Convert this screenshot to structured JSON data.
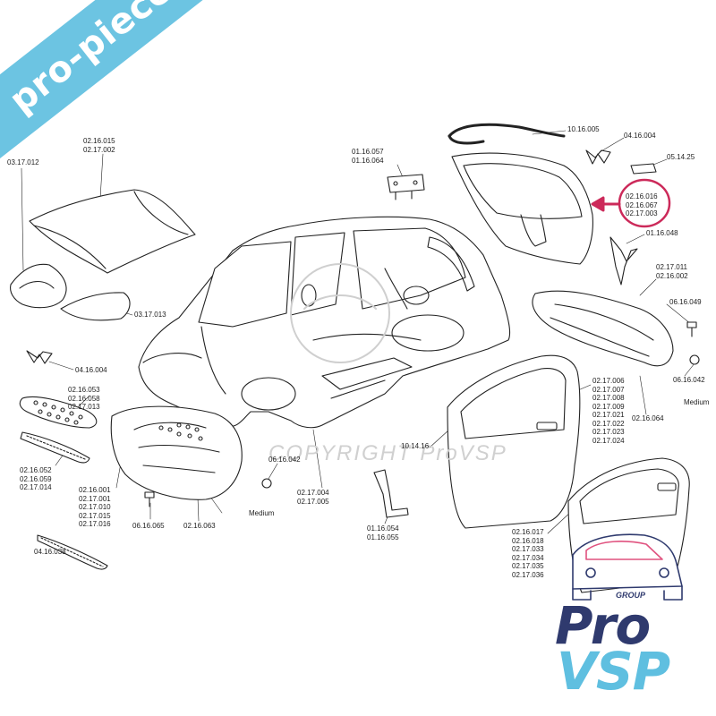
{
  "watermark": {
    "text": "COPYRIGHT ProVSP"
  },
  "banner": {
    "text": "pro-piece-vsp.com",
    "color": "#5fbfe0"
  },
  "logo": {
    "group": "GROUP",
    "word1": "Pro",
    "word2": "VSP",
    "color_primary": "#2f3a6e",
    "color_accent": "#5fbfe0",
    "color_highlight": "#e0527f"
  },
  "highlight": {
    "color": "#cc2a5a"
  },
  "labels": {
    "l_10_16_005": [
      "10.16.005"
    ],
    "l_04_16_004_top": [
      "04.16.004"
    ],
    "l_05_14_25": [
      "05.14.25"
    ],
    "l_01_16_057": [
      "01.16.057",
      "01.16.064"
    ],
    "l_02_16_015": [
      "02.16.015",
      "02.17.002"
    ],
    "l_03_17_012": [
      "03.17.012"
    ],
    "l_02_16_016": [
      "02.16.016",
      "02.16.067",
      "02.17.003"
    ],
    "l_01_16_048": [
      "01.16.048"
    ],
    "l_02_17_011": [
      "02.17.011",
      "02.16.002"
    ],
    "l_06_16_049": [
      "06.16.049"
    ],
    "l_03_17_013": [
      "03.17.013"
    ],
    "l_04_16_004_left": [
      "04.16.004"
    ],
    "l_06_16_042_right": [
      "06.16.042"
    ],
    "l_medium_right": [
      "Medium"
    ],
    "l_02_16_053": [
      "02.16.053",
      "02.16.058",
      "02.17.013"
    ],
    "l_02_16_064": [
      "02.16.064"
    ],
    "l_02_17_006": [
      "02.17.006",
      "02.17.007",
      "02.17.008",
      "02.17.009",
      "02.17.021",
      "02.17.022",
      "02.17.023",
      "02.17.024"
    ],
    "l_10_14_16": [
      "10.14.16"
    ],
    "l_02_16_052": [
      "02.16.052",
      "02.16.059",
      "02.17.014"
    ],
    "l_06_16_042_mid": [
      "06.16.042"
    ],
    "l_02_16_001": [
      "02.16.001",
      "02.17.001",
      "02.17.010",
      "02.17.015",
      "02.17.016"
    ],
    "l_02_17_004": [
      "02.17.004",
      "02.17.005"
    ],
    "l_medium_mid": [
      "Medium"
    ],
    "l_06_16_065": [
      "06.16.065"
    ],
    "l_02_16_063": [
      "02.16.063"
    ],
    "l_01_16_054": [
      "01.16.054",
      "01.16.055"
    ],
    "l_02_16_017": [
      "02.16.017",
      "02.16.018",
      "02.17.033",
      "02.17.034",
      "02.17.035",
      "02.17.036"
    ],
    "l_04_16_038": [
      "04.16.038"
    ]
  }
}
